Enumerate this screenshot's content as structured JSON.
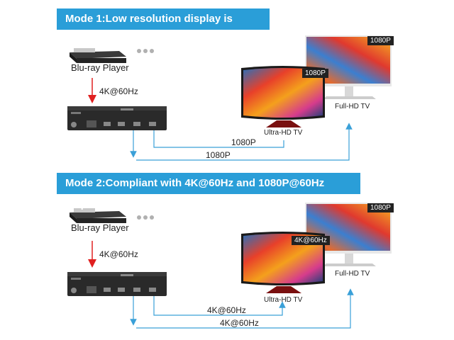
{
  "mode1": {
    "title": "Mode 1:Low resolution display is priority",
    "source_label": "Blu-ray Player",
    "input_signal": "4K@60Hz",
    "output_uhd": "1080P",
    "output_fhd": "1080P",
    "uhd_tv_label": "Ultra-HD TV",
    "fhd_tv_label": "Full-HD TV",
    "uhd_badge": "1080P",
    "fhd_badge": "1080P"
  },
  "mode2": {
    "title": "Mode 2:Compliant with 4K@60Hz and 1080P@60Hz displays",
    "source_label": "Blu-ray Player",
    "input_signal": "4K@60Hz",
    "output_uhd": "4K@60Hz",
    "output_fhd": "4K@60Hz",
    "uhd_tv_label": "Ultra-HD TV",
    "fhd_tv_label": "Full-HD TV",
    "uhd_badge": "4K@60Hz",
    "fhd_badge": "1080P"
  },
  "colors": {
    "banner": "#2a9ed8",
    "input_arrow": "#e02020",
    "output_arrow": "#3aa0d8",
    "device": "#2a2a2a"
  }
}
